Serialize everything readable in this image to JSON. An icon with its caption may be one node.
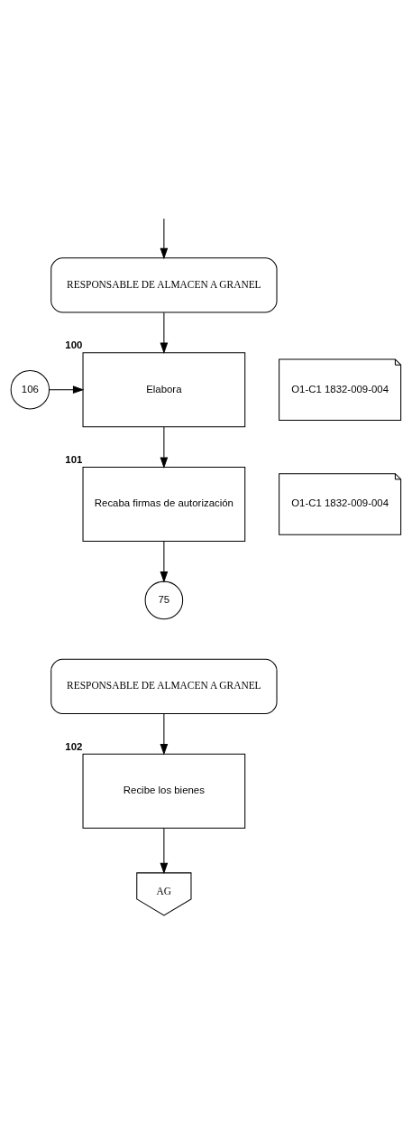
{
  "diagram": {
    "nodes": [
      {
        "text": [
          "RESPONSABLE DE ALMACEN A GRANEL"
        ]
      },
      {
        "text": [
          "Elabora"
        ],
        "beside": [
          "100"
        ]
      },
      {
        "text": [
          "106"
        ]
      },
      {
        "text": [
          "O1-C1 1832-009-004"
        ]
      },
      {
        "text": [
          "Recaba firmas de autorización"
        ],
        "beside": [
          "101"
        ]
      },
      {
        "text": [
          "O1-C1 1832-009-004"
        ]
      },
      {
        "text": [
          "75"
        ]
      },
      {
        "text": [
          "RESPONSABLE DE ALMACEN A GRANEL"
        ]
      },
      {
        "text": [
          "Recibe los bienes"
        ],
        "beside": [
          "102"
        ]
      },
      {
        "text": [
          "AG"
        ]
      }
    ],
    "edges": [
      {
        "from": null,
        "to": 0,
        "arrow": "to"
      },
      {
        "from": 0,
        "to": 1,
        "arrow": "to"
      },
      {
        "from": 2,
        "to": 1,
        "arrow": "to"
      },
      {
        "from": 1,
        "to": 4,
        "arrow": "to"
      },
      {
        "from": 4,
        "to": 6,
        "arrow": "to"
      },
      {
        "from": 7,
        "to": 8,
        "arrow": "to"
      },
      {
        "from": 8,
        "to": 9,
        "arrow": "to"
      }
    ]
  }
}
